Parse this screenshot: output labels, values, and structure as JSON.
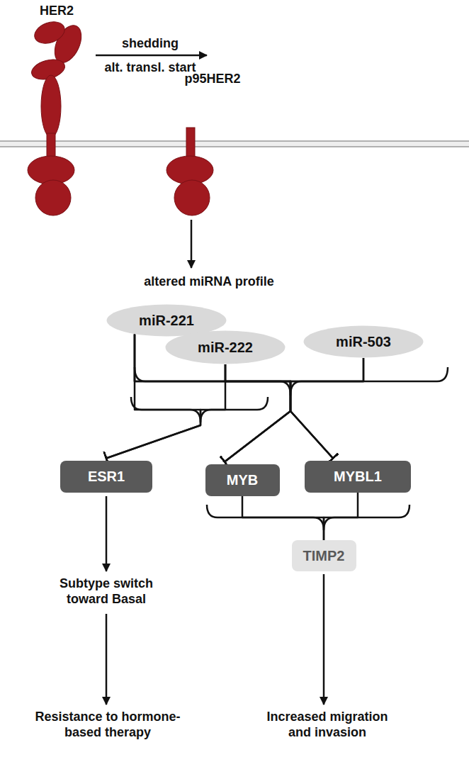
{
  "diagram": {
    "nodes": [
      {
        "text": [
          "miR-221"
        ]
      },
      {
        "text": [
          "miR-222"
        ]
      },
      {
        "text": [
          "miR-503"
        ]
      },
      {
        "text": [
          "ESR1"
        ]
      },
      {
        "text": [
          "MYB"
        ]
      },
      {
        "text": [
          "MYBL1"
        ]
      },
      {
        "text": [
          "TIMP2"
        ]
      }
    ],
    "edges": [
      {
        "from": 0,
        "to": 3,
        "arrow": "to"
      },
      {
        "from": 1,
        "to": 3,
        "arrow": "to"
      },
      {
        "from": 0,
        "to": 4,
        "arrow": "to"
      },
      {
        "from": 1,
        "to": 4,
        "arrow": "to"
      },
      {
        "from": 2,
        "to": 4,
        "arrow": "to"
      },
      {
        "from": 0,
        "to": 5,
        "arrow": "to"
      },
      {
        "from": 1,
        "to": 5,
        "arrow": "to"
      },
      {
        "from": 2,
        "to": 5,
        "arrow": "to"
      },
      {
        "from": 4,
        "to": 6,
        "arrow": "none"
      },
      {
        "from": 5,
        "to": 6,
        "arrow": "none"
      }
    ],
    "labels": [
      "HER2",
      "shedding",
      "alt. transl. start",
      "p95HER2",
      "altered miRNA profile",
      "Subtype switch toward Basal",
      "Resistance to hormone-based therapy",
      "Increased migration and invasion"
    ]
  }
}
